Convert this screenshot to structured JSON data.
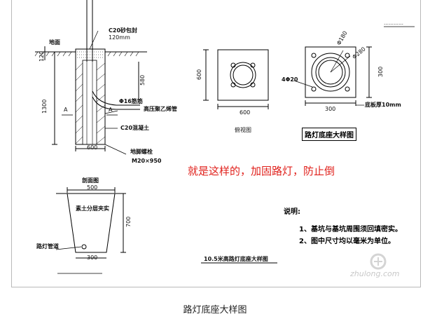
{
  "drawing": {
    "top_right_text": "…………",
    "section_left": {
      "ground_label": "地面",
      "c20_seal": "C20砂包封",
      "dim_120mm": "120mm",
      "dim_120": "120",
      "dim_1300": "1300",
      "dim_580": "580",
      "pipe_label": "高压聚乙烯管",
      "rebar_label": "Φ16筋筋",
      "concrete_label": "C20混凝土",
      "dim_600": "600",
      "bolt_label": "地脚螺栓",
      "bolt_size": "M20×950",
      "section_mark_a": "A"
    },
    "plan_view": {
      "dim_600_side": "600",
      "dim_600_bottom": "600",
      "caption": "俯视图"
    },
    "base_plate": {
      "dim_phi180": "Φ180",
      "dim_phi280": "Φ280",
      "hole_label": "4Φ20",
      "dim_300_side": "300",
      "dim_300_bottom": "300",
      "thickness": "底板厚10mm"
    },
    "boxed_title": "路灯底座大样图",
    "red_note": "就是这样的，加固路灯，防止倒",
    "trench": {
      "title": "剖面图",
      "dim_500": "500",
      "fill_label": "素土分层夹实",
      "dim_700": "700",
      "pipe_label": "路灯管道",
      "dim_300": "300"
    },
    "notes": {
      "title": "说明:",
      "items": [
        "1、基坑与基坑周围须回填密实。",
        "2、图中尺寸均以毫米为单位。"
      ]
    },
    "bottom_title": "10.5米高路灯底座大样图"
  },
  "caption": "路灯底座大样图",
  "watermark": "zhulong.com"
}
